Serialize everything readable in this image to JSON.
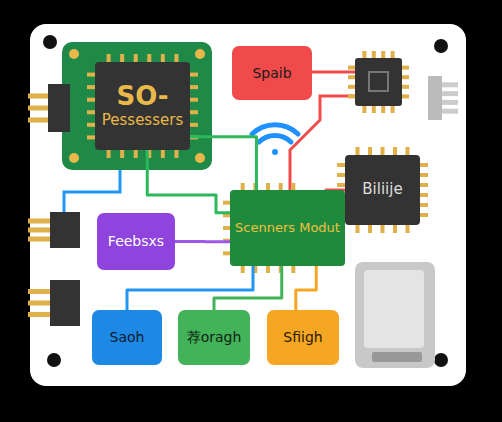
{
  "diagram": {
    "nodes": [
      {
        "text": [
          "SO-",
          "Pessessers"
        ]
      },
      {
        "text": [
          "Spaib"
        ]
      },
      {
        "text": [
          "Biliije"
        ]
      },
      {
        "text": [
          "Scenners Modut"
        ]
      },
      {
        "text": [
          "Feebsxs"
        ]
      },
      {
        "text": [
          "Saoh"
        ]
      },
      {
        "text": [
          "荐oragh"
        ]
      },
      {
        "text": [
          "Sfiigh"
        ]
      }
    ],
    "edges": [
      {
        "from": 0,
        "to": 3,
        "arrow": "none"
      },
      {
        "from": 0,
        "to": 3,
        "arrow": "none"
      },
      {
        "from": 3,
        "to": 2,
        "arrow": "none"
      },
      {
        "from": 4,
        "to": 3,
        "arrow": "none"
      },
      {
        "from": 3,
        "to": 5,
        "arrow": "none"
      },
      {
        "from": 3,
        "to": 6,
        "arrow": "none"
      },
      {
        "from": 3,
        "to": 7,
        "arrow": "none"
      }
    ]
  }
}
